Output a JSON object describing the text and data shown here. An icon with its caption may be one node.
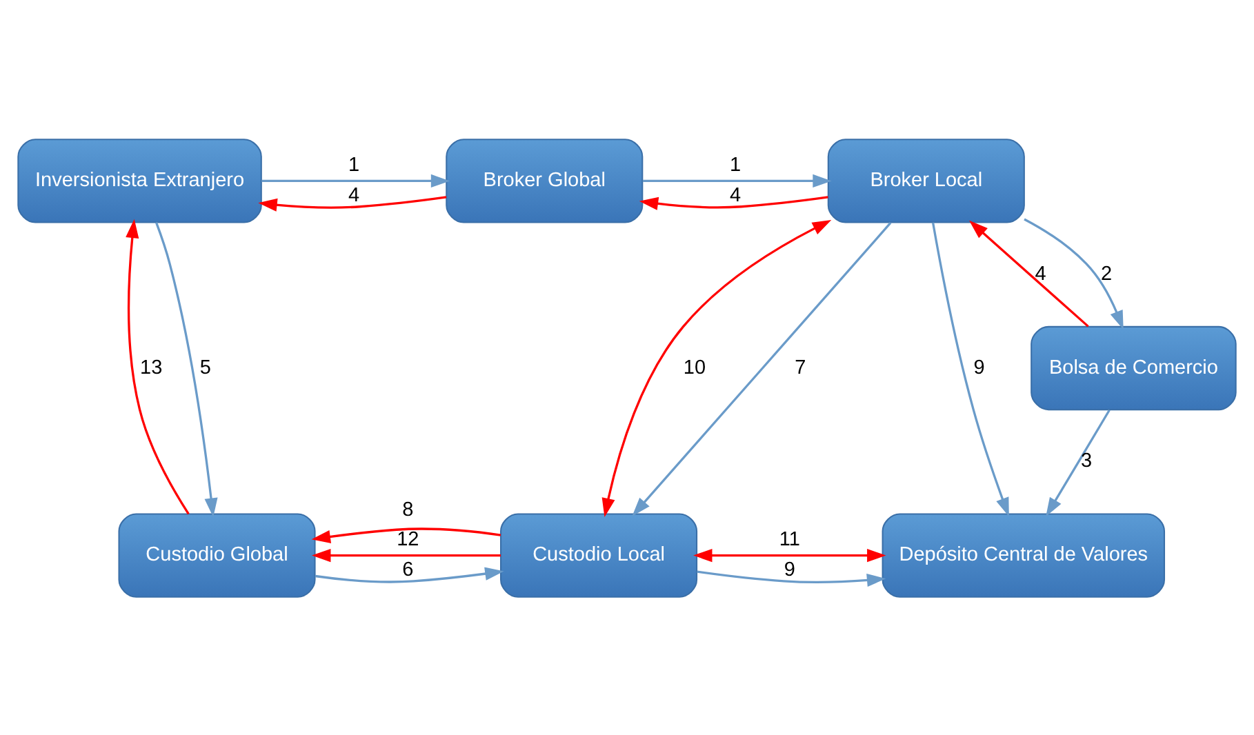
{
  "diagram": {
    "nodes": [
      {
        "text": [
          "Inversionista Extranjero"
        ]
      },
      {
        "text": [
          "Broker Global"
        ]
      },
      {
        "text": [
          "Broker Local"
        ]
      },
      {
        "text": [
          "Bolsa de Comercio"
        ]
      },
      {
        "text": [
          "Custodio Global"
        ]
      },
      {
        "text": [
          "Custodio Local"
        ]
      },
      {
        "text": [
          "Depósito Central de Valores"
        ]
      }
    ],
    "edges": [
      {
        "from": 0,
        "to": 1,
        "arrow": "to",
        "label": "1"
      },
      {
        "from": 1,
        "to": 2,
        "arrow": "to",
        "label": "1"
      },
      {
        "from": 2,
        "to": 3,
        "arrow": "to",
        "label": "2"
      },
      {
        "from": 3,
        "to": 6,
        "arrow": "to",
        "label": "3"
      },
      {
        "from": 3,
        "to": 2,
        "arrow": "to",
        "label": "4",
        "color": "#ff0000"
      },
      {
        "from": 2,
        "to": 1,
        "arrow": "to",
        "label": "4",
        "color": "#ff0000"
      },
      {
        "from": 1,
        "to": 0,
        "arrow": "to",
        "label": "4",
        "color": "#ff0000"
      },
      {
        "from": 0,
        "to": 4,
        "arrow": "to",
        "label": "5"
      },
      {
        "from": 4,
        "to": 5,
        "arrow": "to",
        "label": "6"
      },
      {
        "from": 2,
        "to": 5,
        "arrow": "to",
        "label": "7"
      },
      {
        "from": 5,
        "to": 4,
        "arrow": "to",
        "label": "8",
        "color": "#ff0000"
      },
      {
        "from": 2,
        "to": 6,
        "arrow": "to",
        "label": "9"
      },
      {
        "from": 5,
        "to": 2,
        "arrow": "both",
        "label": "10",
        "color": "#ff0000"
      },
      {
        "from": 5,
        "to": 6,
        "arrow": "both",
        "label": "11",
        "color": "#ff0000"
      },
      {
        "from": 5,
        "to": 4,
        "arrow": "to",
        "label": "12",
        "color": "#ff0000"
      },
      {
        "from": 4,
        "to": 0,
        "arrow": "to",
        "label": "13",
        "color": "#ff0000"
      },
      {
        "from": 5,
        "to": 6,
        "arrow": "to",
        "label": "9"
      }
    ]
  }
}
